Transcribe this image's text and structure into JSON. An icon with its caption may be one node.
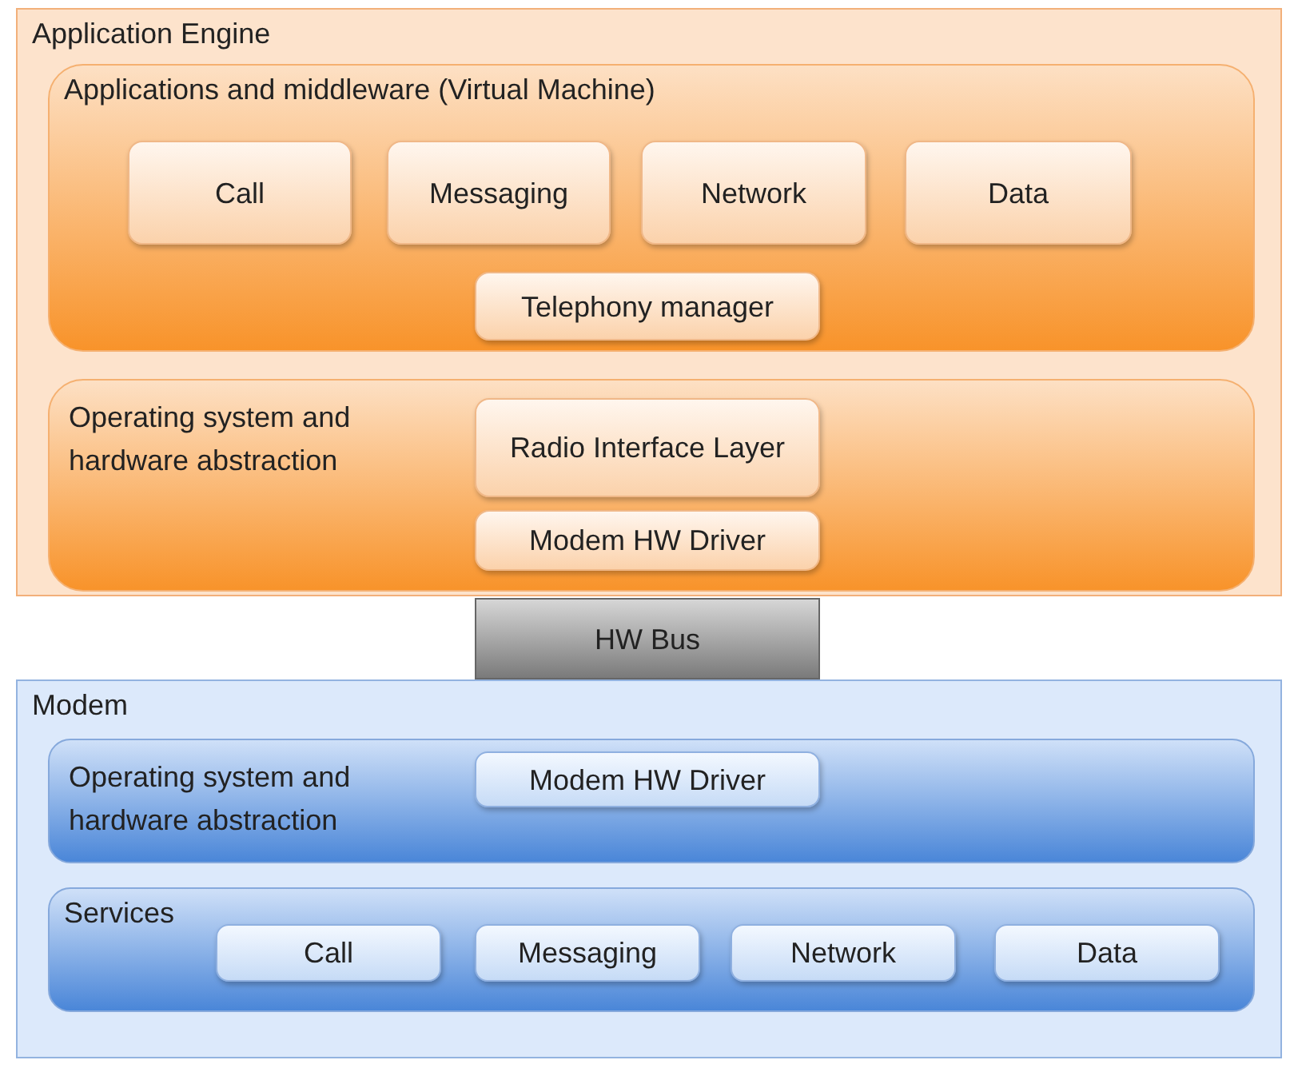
{
  "diagram": {
    "nodes": [
      {
        "text": [
          "Application Engine"
        ]
      },
      {
        "text": [
          "Applications and middleware (Virtual Machine)"
        ],
        "in": 0
      },
      {
        "text": [
          "Call"
        ],
        "in": 1
      },
      {
        "text": [
          "Messaging"
        ],
        "in": 1
      },
      {
        "text": [
          "Network"
        ],
        "in": 1
      },
      {
        "text": [
          "Data"
        ],
        "in": 1
      },
      {
        "text": [
          "Telephony manager"
        ],
        "in": 1
      },
      {
        "text": [
          "Operating system and hardware abstraction"
        ],
        "in": 0
      },
      {
        "text": [
          "Radio Interface Layer"
        ],
        "in": 7
      },
      {
        "text": [
          "Modem HW Driver"
        ],
        "in": 7
      },
      {
        "text": [
          "HW Bus"
        ]
      },
      {
        "text": [
          "Modem"
        ]
      },
      {
        "text": [
          "Operating system and hardware abstraction"
        ],
        "in": 11
      },
      {
        "text": [
          "Modem HW Driver"
        ],
        "in": 12
      },
      {
        "text": [
          "Services"
        ],
        "in": 11
      },
      {
        "text": [
          "Call"
        ],
        "in": 14
      },
      {
        "text": [
          "Messaging"
        ],
        "in": 14
      },
      {
        "text": [
          "Network"
        ],
        "in": 14
      },
      {
        "text": [
          "Data"
        ],
        "in": 14
      }
    ],
    "edges": []
  }
}
